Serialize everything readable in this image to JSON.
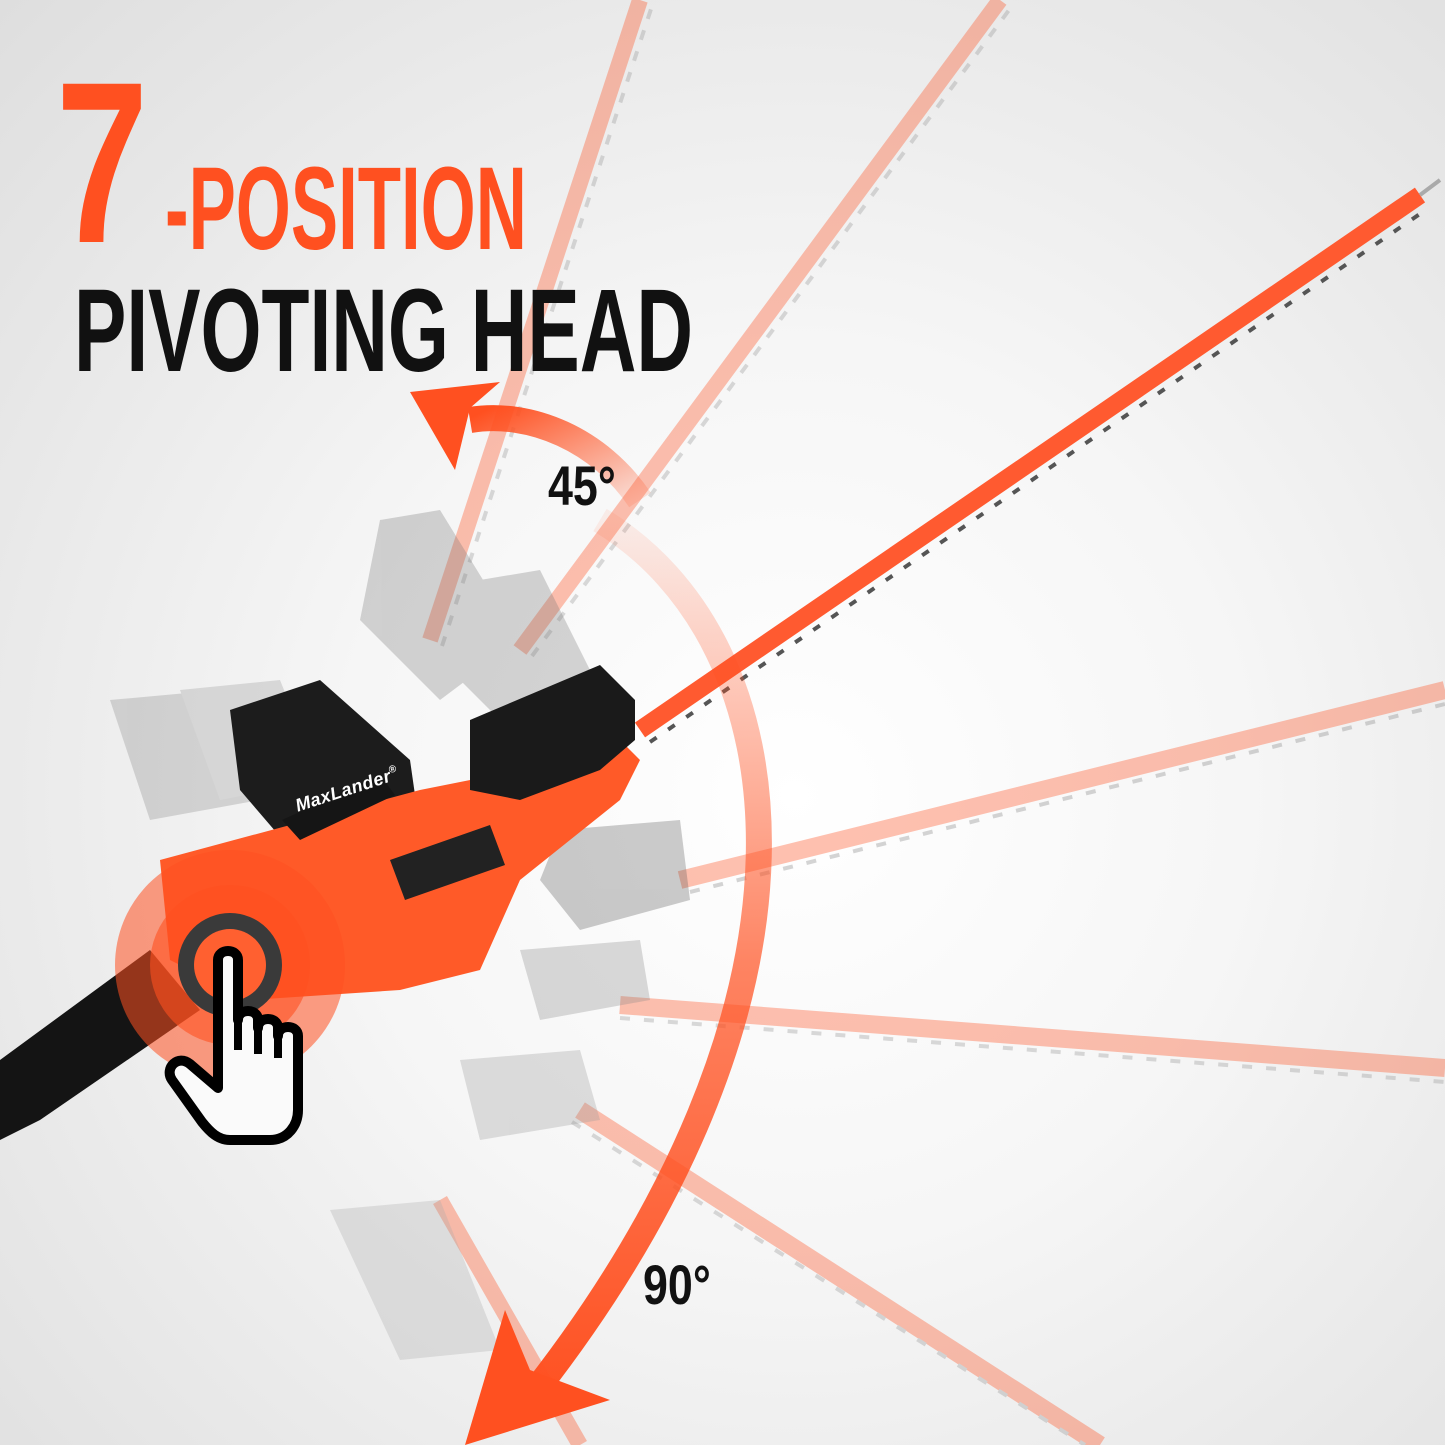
{
  "headline": {
    "number": "7",
    "suffix": "-POSITION",
    "line2": "PIVOTING HEAD"
  },
  "angles": {
    "upper": "45°",
    "lower": "90°"
  },
  "product": {
    "brand": "MaxLander",
    "brand_mark": "®"
  },
  "icons": {
    "pointer": "hand-pointer-icon",
    "arrow_up": "curved-arrow-up-icon",
    "arrow_down": "curved-arrow-down-icon"
  },
  "colors": {
    "accent": "#ff5020",
    "text_dark": "#111111",
    "background": "#f2f2f2",
    "tool_body": "#ff5a28",
    "tool_dark": "#1c1c1c"
  }
}
